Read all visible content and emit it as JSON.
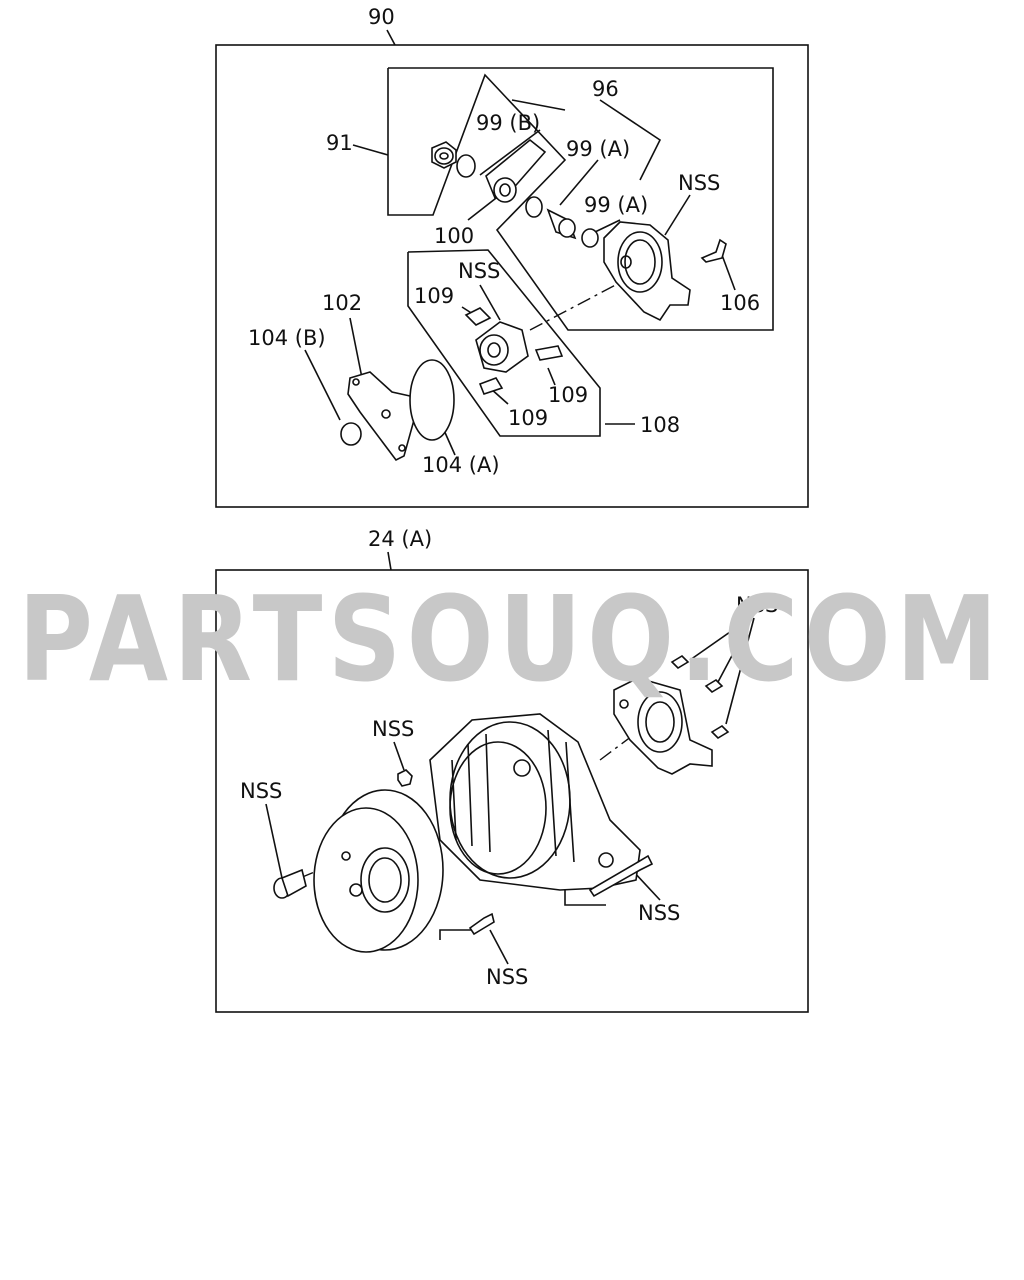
{
  "watermark": "PARTSOUQ.COM",
  "upper_assembly": {
    "ref": "90",
    "labels": {
      "l91": "91",
      "l96": "96",
      "l99b": "99 (B)",
      "l99a_1": "99 (A)",
      "l99a_2": "99 (A)",
      "l100": "100",
      "nss_1": "NSS",
      "l106": "106",
      "nss_2": "NSS",
      "l109_1": "109",
      "l109_2": "109",
      "l109_3": "109",
      "l108": "108",
      "l102": "102",
      "l104b": "104 (B)",
      "l104a": "104 (A)"
    }
  },
  "lower_assembly": {
    "ref": "24 (A)",
    "labels": {
      "nss_3": "NSS",
      "nss_4": "NSS",
      "nss_5": "NSS",
      "nss_6": "NSS",
      "nss_7": "NSS"
    }
  },
  "colors": {
    "line": "#111111",
    "watermark": "#c8c8c8",
    "background": "#ffffff"
  }
}
